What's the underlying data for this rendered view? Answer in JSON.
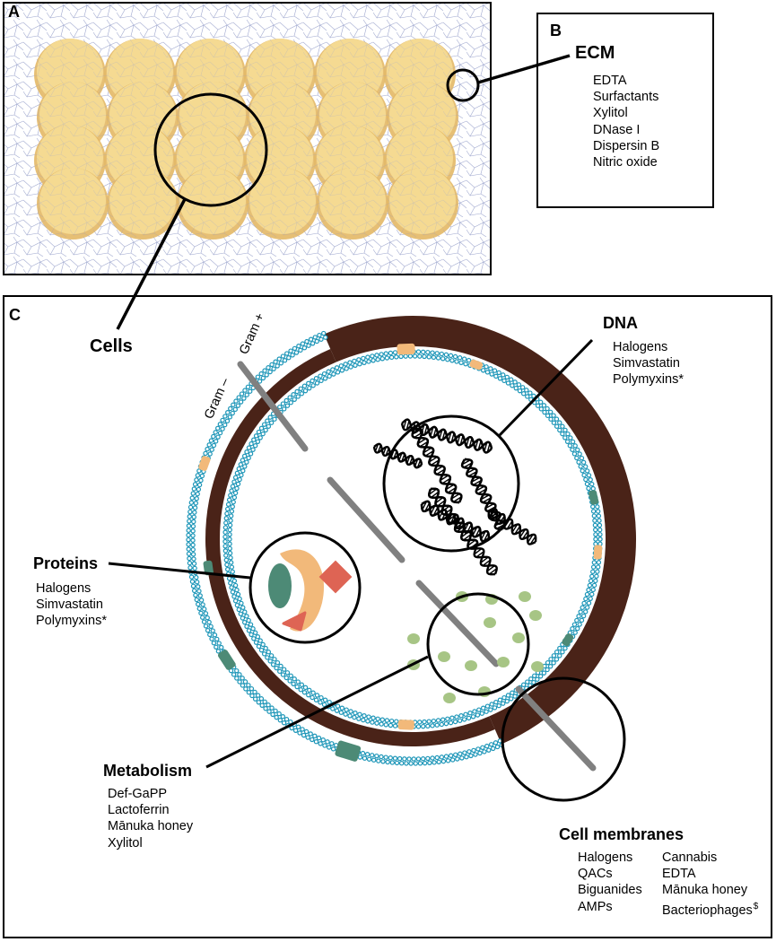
{
  "panel_a": {
    "letter": "A"
  },
  "panel_b": {
    "letter": "B",
    "heading": "ECM",
    "items": [
      "EDTA",
      "Surfactants",
      "Xylitol",
      "DNase I",
      "Dispersin B",
      "Nitric oxide"
    ]
  },
  "cells_label": "Cells",
  "panel_c": {
    "letter": "C",
    "gram_neg_label": "Gram –",
    "gram_pos_label": "Gram +",
    "dna": {
      "heading": "DNA",
      "items": [
        "Halogens",
        "Simvastatin",
        "Polymyxins*"
      ]
    },
    "proteins": {
      "heading": "Proteins",
      "items": [
        "Halogens",
        "Simvastatin",
        "Polymyxins*"
      ]
    },
    "metabolism": {
      "heading": "Metabolism",
      "items": [
        "Def-GaPP",
        "Lactoferrin",
        "Mānuka honey",
        "Xylitol"
      ]
    },
    "cell_membranes": {
      "heading": "Cell membranes",
      "items_left": [
        "Halogens",
        "QACs",
        "Biguanides",
        "AMPs"
      ],
      "items_right": [
        "Cannabis",
        "EDTA",
        "Mānuka honey",
        "Bacteriophages"
      ],
      "bacteriophage_marker": "$"
    }
  },
  "colors": {
    "cell_fill": "#f6dc95",
    "cell_edge": "#e3b866",
    "ecm_mesh": "#9aa3cc",
    "cell_wall": "#4a2318",
    "membrane": "#1e96b8",
    "protein_green": "#4d8a76",
    "protein_orange": "#f2b97a",
    "protein_red": "#de6454",
    "metabolite": "#a7c585",
    "divider_gray": "#808080"
  }
}
